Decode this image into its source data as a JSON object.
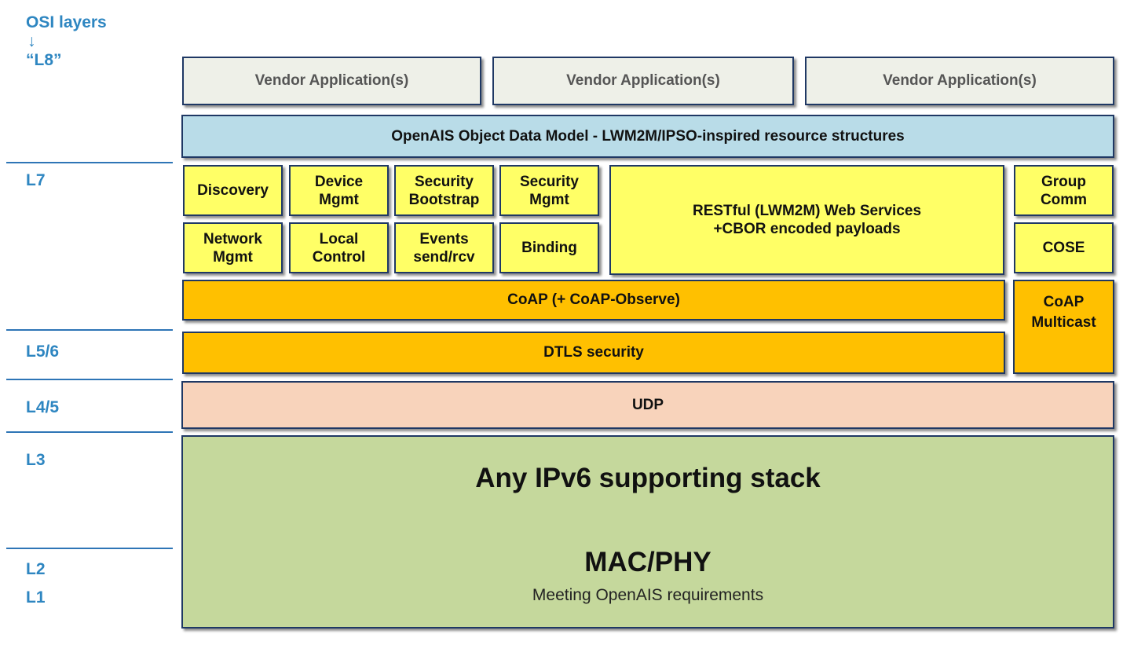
{
  "osi": {
    "header": "OSI layers",
    "arrow": "↓",
    "l8": "“L8”",
    "l7": "L7",
    "l56": "L5/6",
    "l45": "L4/5",
    "l3": "L3",
    "l2": "L2",
    "l1": "L1"
  },
  "vendor_apps": [
    "Vendor Application(s)",
    "Vendor Application(s)",
    "Vendor Application(s)"
  ],
  "object_model": "OpenAIS Object Data Model - LWM2M/IPSO-inspired resource structures",
  "services": {
    "discovery": "Discovery",
    "device_mgmt": "Device\nMgmt",
    "security_bootstrap": "Security\nBootstrap",
    "security_mgmt": "Security\nMgmt",
    "restful": "RESTful (LWM2M) Web Services\n+CBOR encoded payloads",
    "group_comm": "Group\nComm",
    "network_mgmt": "Network\nMgmt",
    "local_control": "Local\nControl",
    "events": "Events\nsend/rcv",
    "binding": "Binding",
    "cose": "COSE"
  },
  "coap": "CoAP (+ CoAP-Observe)",
  "coap_multicast": "CoAP\nMulticast",
  "dtls": "DTLS security",
  "udp": "UDP",
  "ipv6": "Any IPv6 supporting stack",
  "macphy": "MAC/PHY",
  "macphy_sub": "Meeting OpenAIS requirements",
  "colors": {
    "osi_text": "#2e86c1",
    "border": "#1f3864",
    "vendor": "#eef0e8",
    "model": "#b9dce8",
    "service": "#ffff66",
    "coap": "#ffc000",
    "udp": "#f8d3bb",
    "stack": "#c5d89c"
  }
}
